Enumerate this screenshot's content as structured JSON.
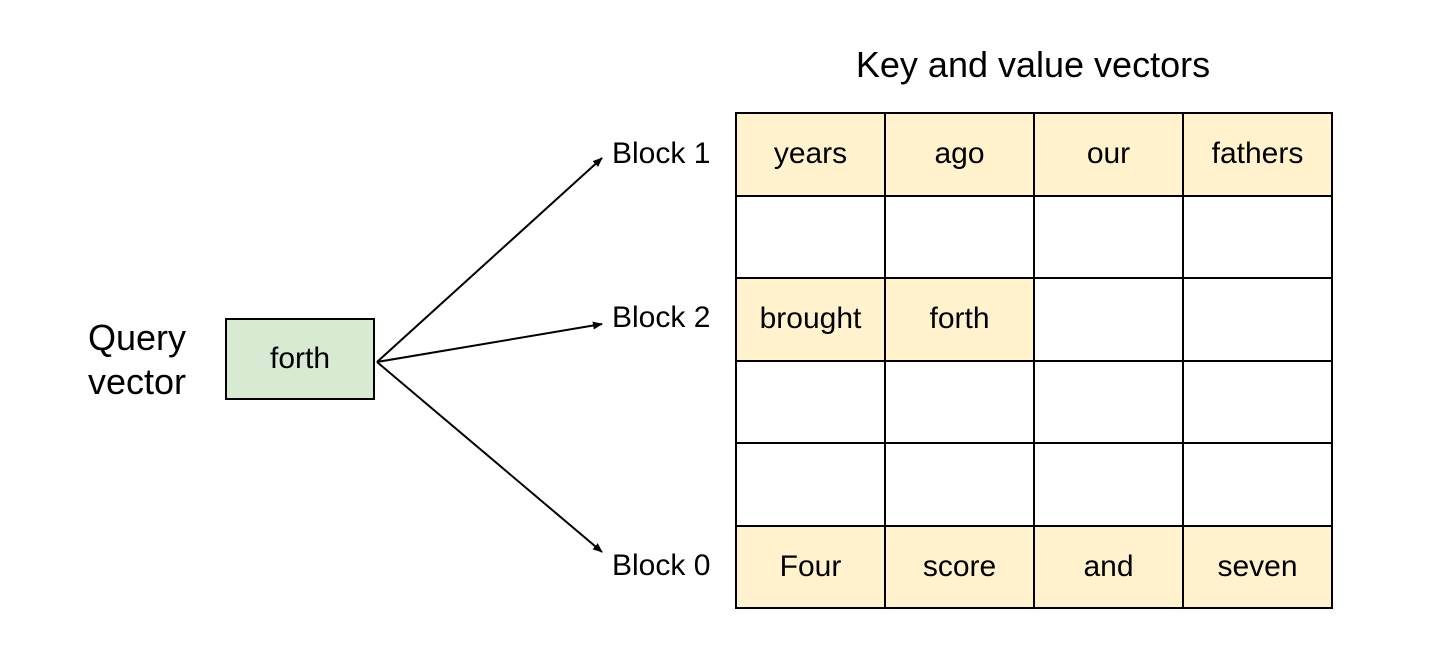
{
  "title": "Key and value vectors",
  "query": {
    "label": "Query\nvector",
    "token": "forth"
  },
  "blocks": [
    {
      "label": "Block 1",
      "row": 0
    },
    {
      "label": "Block 2",
      "row": 2
    },
    {
      "label": "Block 0",
      "row": 5
    }
  ],
  "grid": {
    "rows": [
      [
        "years",
        "ago",
        "our",
        "fathers"
      ],
      [
        "",
        "",
        "",
        ""
      ],
      [
        "brought",
        "forth",
        "",
        ""
      ],
      [
        "",
        "",
        "",
        ""
      ],
      [
        "",
        "",
        "",
        ""
      ],
      [
        "Four",
        "score",
        "and",
        "seven"
      ]
    ]
  },
  "colors": {
    "query_fill": "#d9ead3",
    "filled_cell": "#fff2cc",
    "empty_cell": "#ffffff",
    "line": "#000000"
  }
}
